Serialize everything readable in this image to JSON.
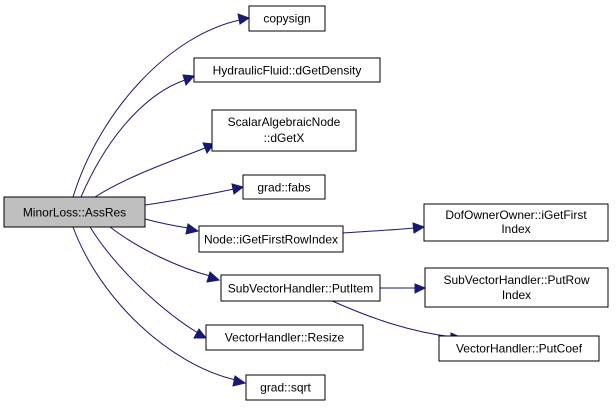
{
  "colors": {
    "edge": "#191970",
    "node_fill": "#ffffff",
    "root_fill": "#bfbfbf",
    "border": "#000000"
  },
  "nodes": {
    "root": {
      "lines": [
        "MinorLoss::AssRes"
      ]
    },
    "copysign": {
      "lines": [
        "copysign"
      ]
    },
    "hydraulic": {
      "lines": [
        "HydraulicFluid::dGetDensity"
      ]
    },
    "scalar": {
      "lines": [
        "ScalarAlgebraicNode",
        "::dGetX"
      ]
    },
    "fabs": {
      "lines": [
        "grad::fabs"
      ]
    },
    "node_first": {
      "lines": [
        "Node::iGetFirstRowIndex"
      ]
    },
    "dof": {
      "lines": [
        "DofOwnerOwner::iGetFirst",
        "Index"
      ]
    },
    "putitem": {
      "lines": [
        "SubVectorHandler::PutItem"
      ]
    },
    "putrow": {
      "lines": [
        "SubVectorHandler::PutRow",
        "Index"
      ]
    },
    "putcoef": {
      "lines": [
        "VectorHandler::PutCoef"
      ]
    },
    "resize": {
      "lines": [
        "VectorHandler::Resize"
      ]
    },
    "sqrt": {
      "lines": [
        "grad::sqrt"
      ]
    }
  }
}
